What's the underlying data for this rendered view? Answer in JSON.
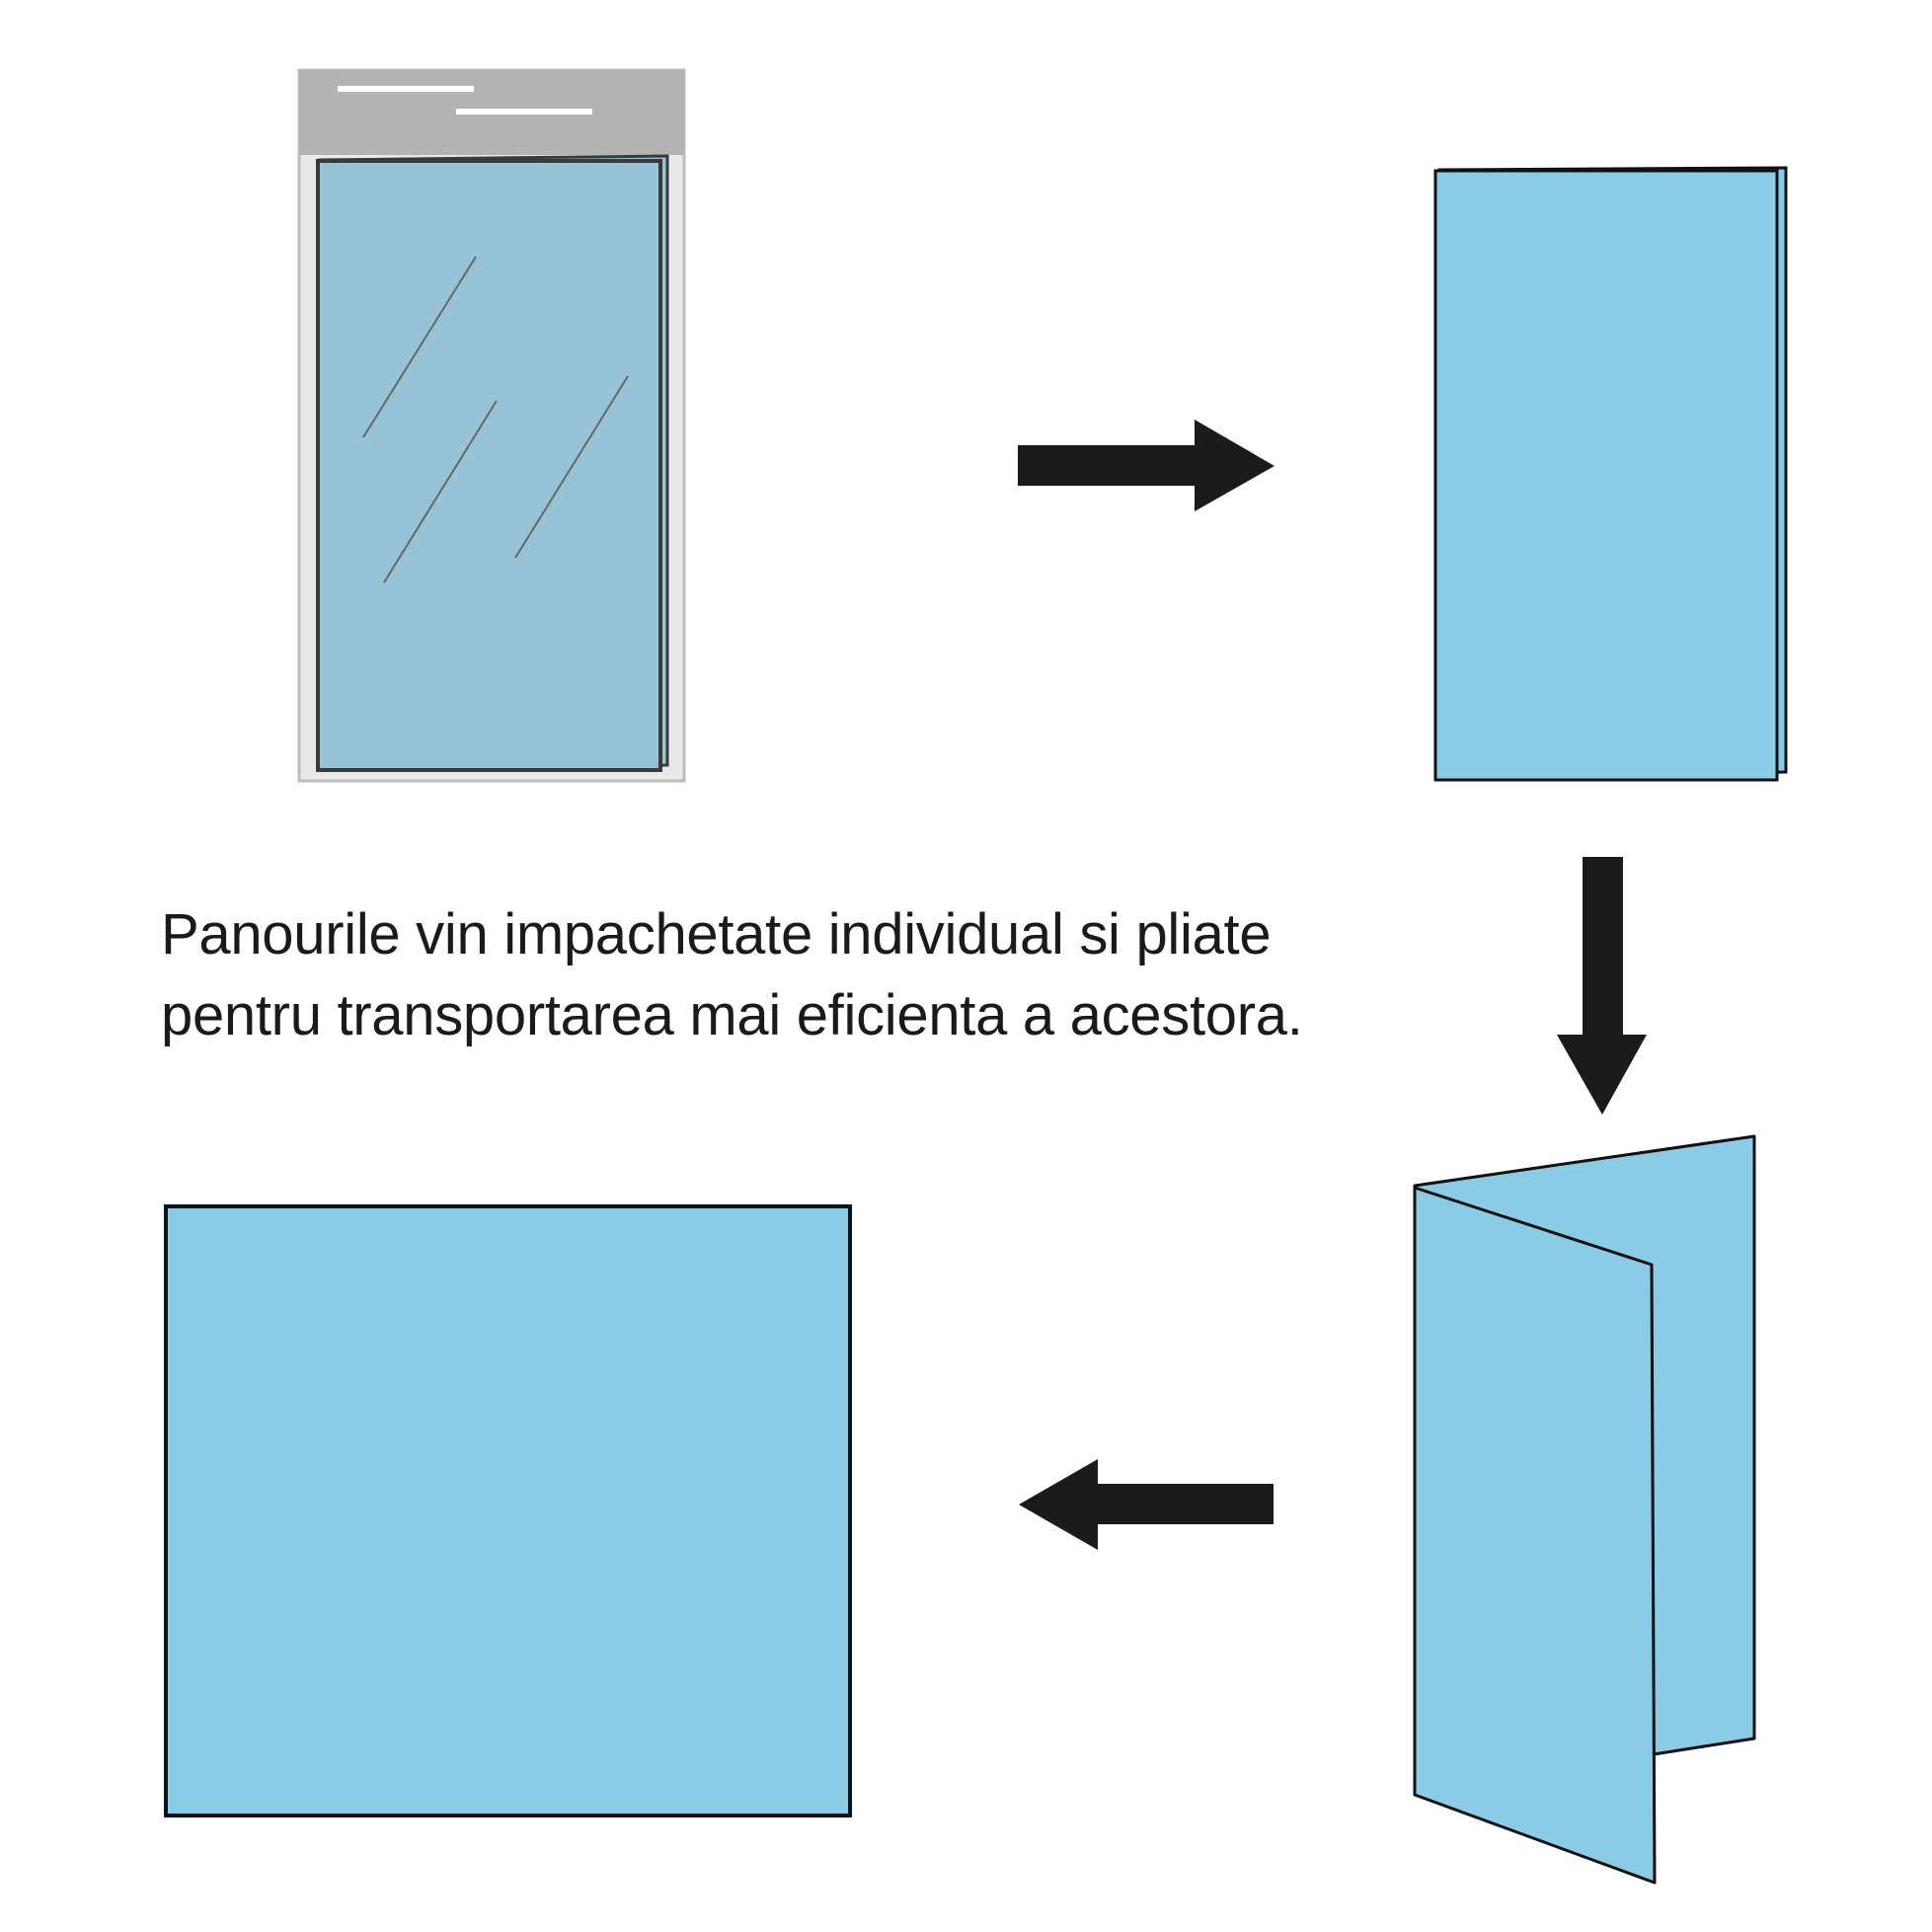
{
  "caption": {
    "line1": "Panourile vin impachetate individual si pliate",
    "line2": "pentru transportarea mai eficienta a acestora."
  },
  "steps": [
    {
      "name": "packaged-panel",
      "arrow_after": "right"
    },
    {
      "name": "folded-panel",
      "arrow_after": "down"
    },
    {
      "name": "unfolding-panel",
      "arrow_after": "left"
    },
    {
      "name": "flat-panel",
      "arrow_after": null
    }
  ],
  "icons": {
    "arrow_right": "arrow-right-icon",
    "arrow_down": "arrow-down-icon",
    "arrow_left": "arrow-left-icon"
  },
  "colors": {
    "panel_blue": "#8acbe5",
    "packaged_panel_blue": "#96c4d6",
    "package_header_gray": "#b3b3b3",
    "package_body_gray": "#e8e8e8",
    "arrow_black": "#1b1b1b",
    "outline": "#111111"
  }
}
